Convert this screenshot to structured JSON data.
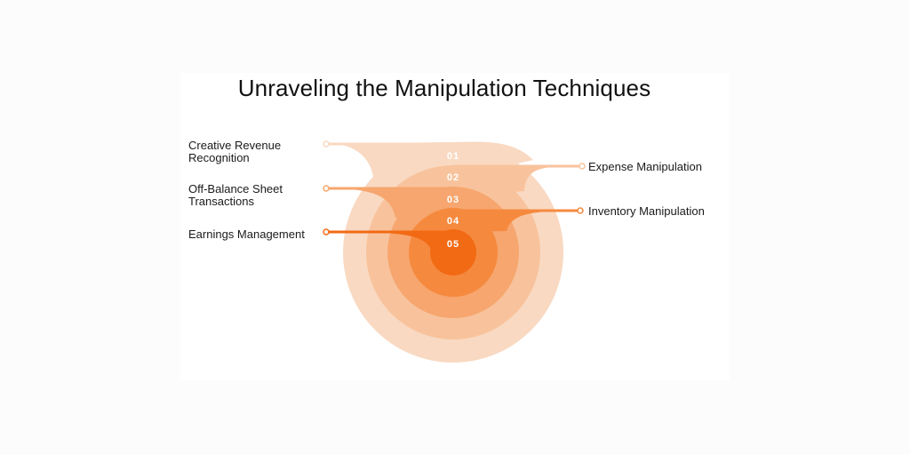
{
  "title": "Unraveling the Manipulation Techniques",
  "layers": [
    {
      "number": "01",
      "label": "Creative Revenue Recognition",
      "side": "left",
      "color": "#f9d9c2"
    },
    {
      "number": "02",
      "label": "Expense Manipulation",
      "side": "right",
      "color": "#f8c39c"
    },
    {
      "number": "03",
      "label": "Off-Balance Sheet Transactions",
      "side": "left",
      "color": "#f6a66e"
    },
    {
      "number": "04",
      "label": "Inventory Manipulation",
      "side": "right",
      "color": "#f58a3f"
    },
    {
      "number": "05",
      "label": "Earnings Management",
      "side": "left",
      "color": "#f26a13"
    }
  ]
}
